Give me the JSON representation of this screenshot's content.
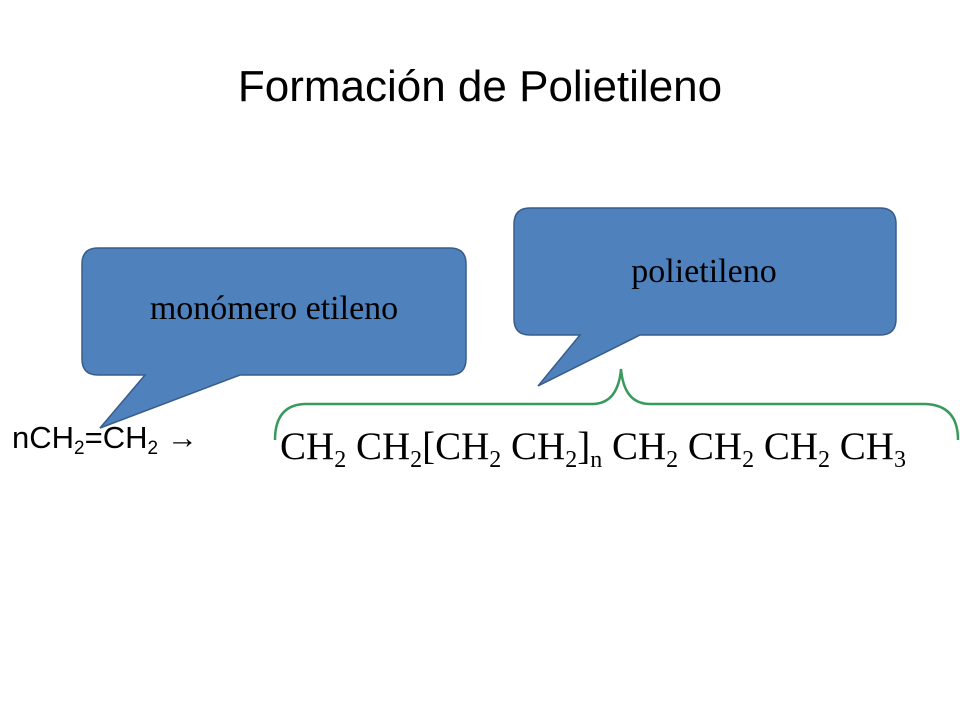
{
  "slide": {
    "title": "Formación de Polietileno"
  },
  "callouts": {
    "monomer_label": "monómero etileno",
    "polymer_label": "polietileno",
    "fill_color": "#4F81BD",
    "border_color": "#385D8A"
  },
  "brace": {
    "color": "#3A9A5B"
  },
  "reaction": {
    "reactant": {
      "coefficient": "n",
      "part1": "CH",
      "sub1": "2",
      "bond": "=CH",
      "sub2": "2",
      "arrow": " →"
    },
    "product": [
      {
        "text": "CH",
        "sub": "2"
      },
      {
        "text": " CH",
        "sub": "2"
      },
      {
        "text": "[CH",
        "sub": "2"
      },
      {
        "text": " CH",
        "sub": "2"
      },
      {
        "text": "]",
        "sub": "n"
      },
      {
        "text": " CH",
        "sub": "2"
      },
      {
        "text": " CH",
        "sub": "2"
      },
      {
        "text": " CH",
        "sub": "2"
      },
      {
        "text": " CH",
        "sub": "3"
      }
    ]
  }
}
